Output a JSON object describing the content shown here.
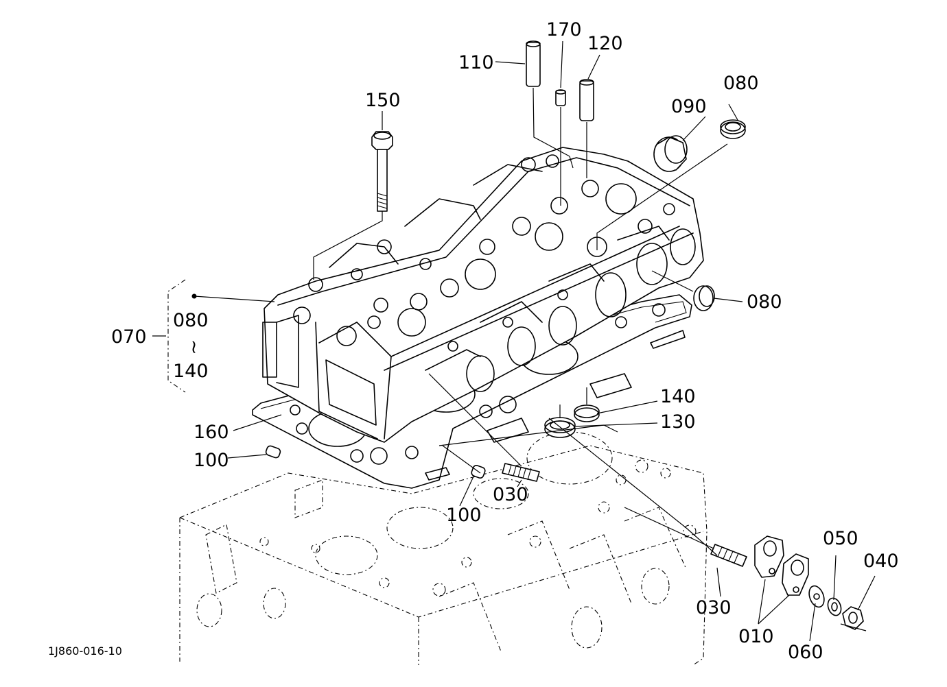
{
  "diagram": {
    "drawing_code": "1J860-016-10",
    "callouts": {
      "p010": "010",
      "p030_top": "030",
      "p030_right": "030",
      "p040": "040",
      "p050": "050",
      "p060": "060",
      "p070": "070",
      "p080_range_from": "080",
      "p080_range_tilde": "~",
      "p140_range_to": "140",
      "p080_top": "080",
      "p080_right": "080",
      "p090": "090",
      "p100_left": "100",
      "p100_center": "100",
      "p110": "110",
      "p120": "120",
      "p130": "130",
      "p140": "140",
      "p150": "150",
      "p160": "160",
      "p170": "170"
    }
  }
}
